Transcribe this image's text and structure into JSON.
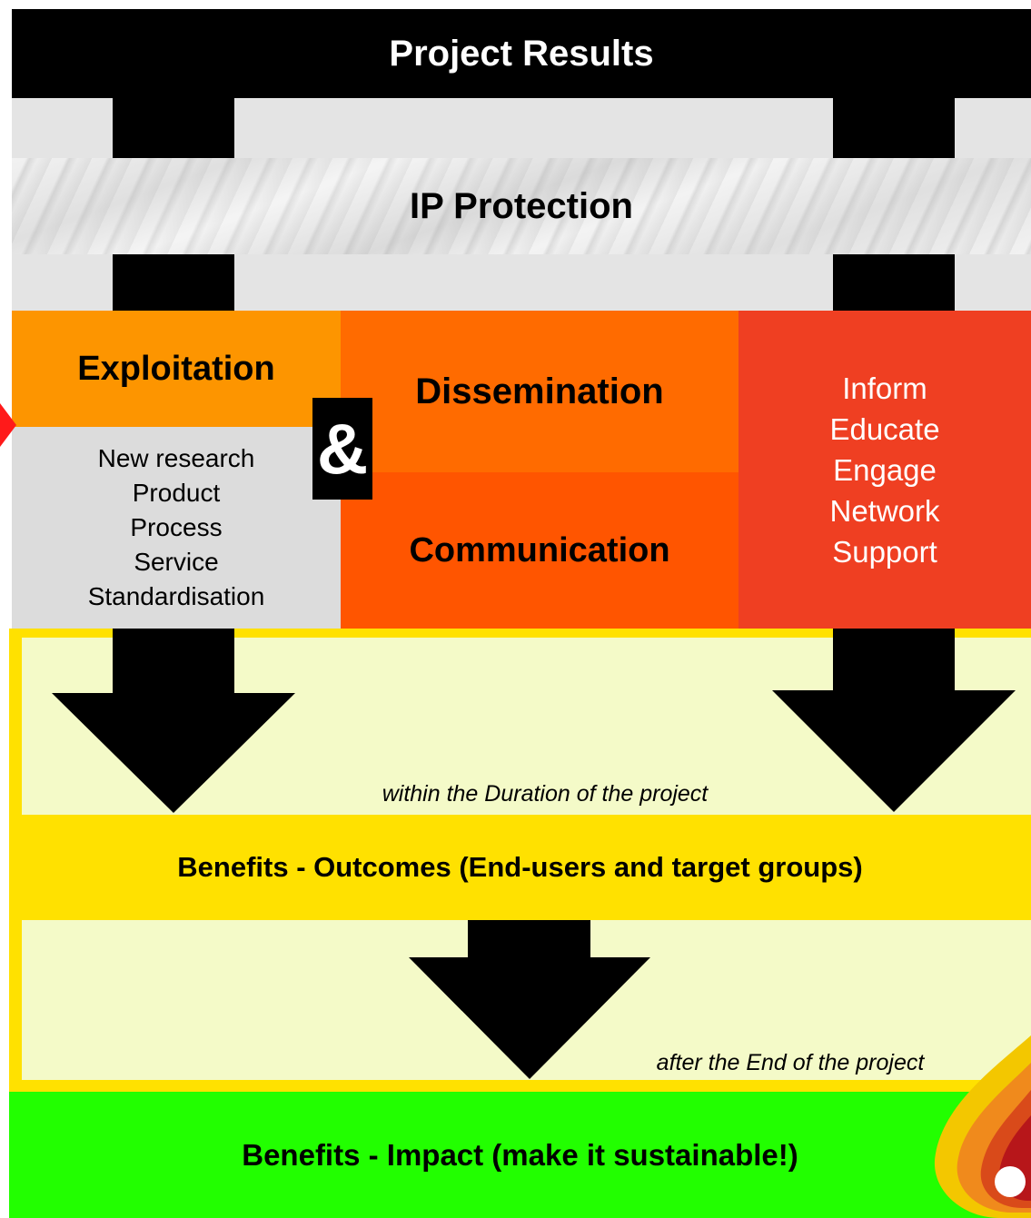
{
  "header": {
    "project_results": "Project Results",
    "ip_protection": "IP Protection"
  },
  "exploitation": {
    "title": "Exploitation",
    "items": [
      "New research",
      "Product",
      "Process",
      "Service",
      "Standardisation"
    ]
  },
  "ampersand": "&",
  "dissemination": {
    "title": "Dissemination"
  },
  "communication": {
    "title": "Communication"
  },
  "purposes": [
    "Inform",
    "Educate",
    "Engage",
    "Network",
    "Support"
  ],
  "notes": {
    "within_duration": "within the Duration of the project",
    "after_end": "after the End of the project"
  },
  "benefits": {
    "outcomes": "Benefits - Outcomes (End-users and target groups)",
    "impact": "Benefits - Impact (make it sustainable!)"
  },
  "colors": {
    "results_bar": "#000000",
    "exploitation": "#fd9500",
    "dissemination": "#ff6b00",
    "communication": "#ff5500",
    "purposes": "#ef3f22",
    "outcomes": "#ffe100",
    "panel": "#f4fac8",
    "impact": "#22ff00"
  }
}
